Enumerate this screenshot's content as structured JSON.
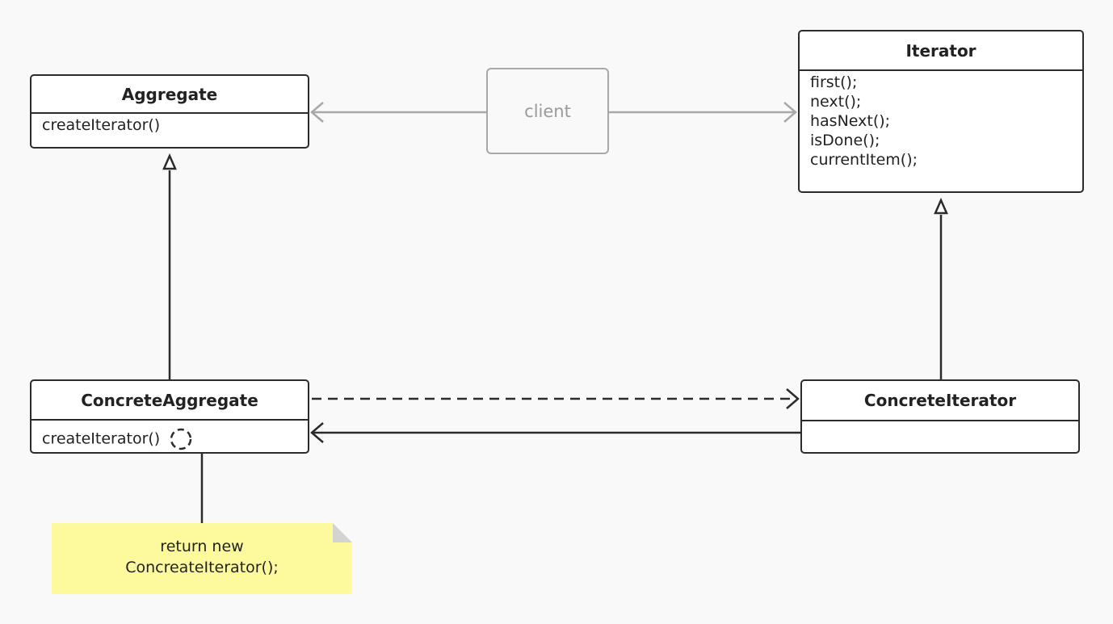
{
  "classes": {
    "aggregate": {
      "name": "Aggregate",
      "methods": [
        "createIterator()"
      ]
    },
    "iterator": {
      "name": "Iterator",
      "methods": [
        "first();",
        "next();",
        "hasNext();",
        "isDone();",
        "currentItem();"
      ]
    },
    "concrete_aggregate": {
      "name": "ConcreteAggregate",
      "methods": [
        "createIterator()"
      ]
    },
    "concrete_iterator": {
      "name": "ConcreteIterator",
      "methods": []
    }
  },
  "client": {
    "label": "client"
  },
  "note": {
    "lines": [
      "return new",
      "ConcreateIterator();"
    ]
  },
  "colors": {
    "background": "#f9f9f9",
    "class_border": "#2b2b2b",
    "client_gray": "#a8a8a8",
    "note_fill": "#fdfa9d",
    "note_fold": "#d3d3d3"
  }
}
